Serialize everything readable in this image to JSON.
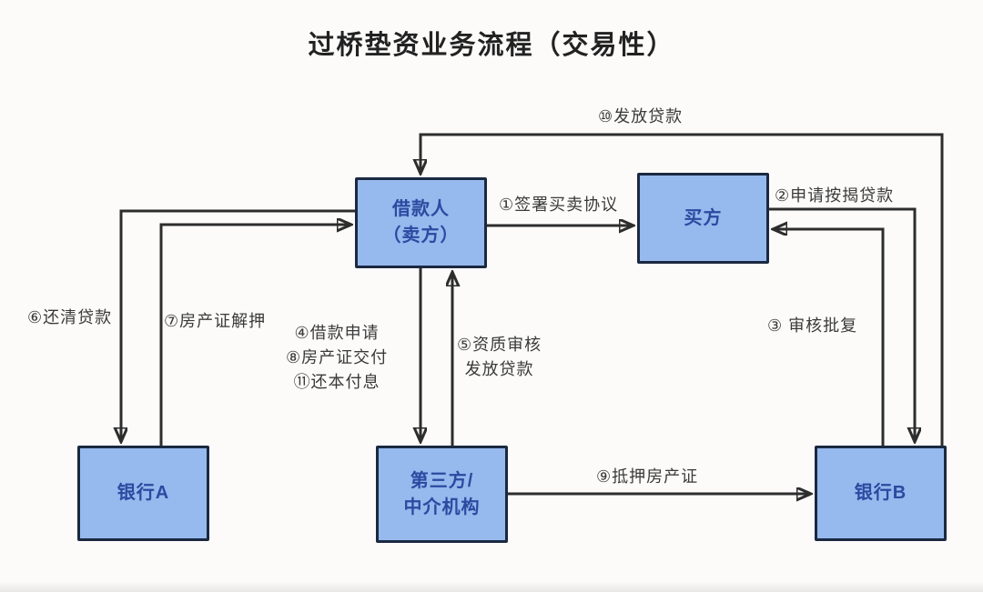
{
  "title": "过桥垫资业务流程（交易性）",
  "colors": {
    "node_fill": "#96b9ee",
    "node_border": "#1b2940",
    "node_text": "#2b4aa0",
    "line": "#2d2d2d",
    "label_text": "#3a3a3a",
    "background": "#fcfbfa"
  },
  "nodes": {
    "borrower": {
      "label": "借款人\n（卖方）"
    },
    "buyer": {
      "label": "买方"
    },
    "bank_a": {
      "label": "银行A"
    },
    "third_party": {
      "label": "第三方/\n中介机构"
    },
    "bank_b": {
      "label": "银行B"
    }
  },
  "edges": {
    "disbursement_to_borrower": {
      "label": "⑩发放贷款",
      "from": "bank_b",
      "to": "borrower"
    },
    "sign_agreement": {
      "label": "①签署买卖协议",
      "from": "borrower",
      "to": "buyer"
    },
    "apply_mortgage": {
      "label": "②申请按揭贷款",
      "from": "buyer",
      "to": "bank_b"
    },
    "approval_reply": {
      "label": "③ 审核批复",
      "from": "bank_b",
      "to": "buyer"
    },
    "loan_application_bundle": {
      "label": "④借款申请\n⑧房产证交付\n⑪还本付息",
      "from": "borrower",
      "to": "third_party"
    },
    "review_and_disburse": {
      "label": "⑤资质审核\n发放贷款",
      "from": "third_party",
      "to": "borrower"
    },
    "repay_loan": {
      "label": "⑥还清贷款",
      "from": "borrower",
      "to": "bank_a"
    },
    "release_property_cert": {
      "label": "⑦房产证解押",
      "from": "bank_a",
      "to": "borrower"
    },
    "mortgage_property_cert": {
      "label": "⑨抵押房产证",
      "from": "third_party",
      "to": "bank_b"
    }
  }
}
